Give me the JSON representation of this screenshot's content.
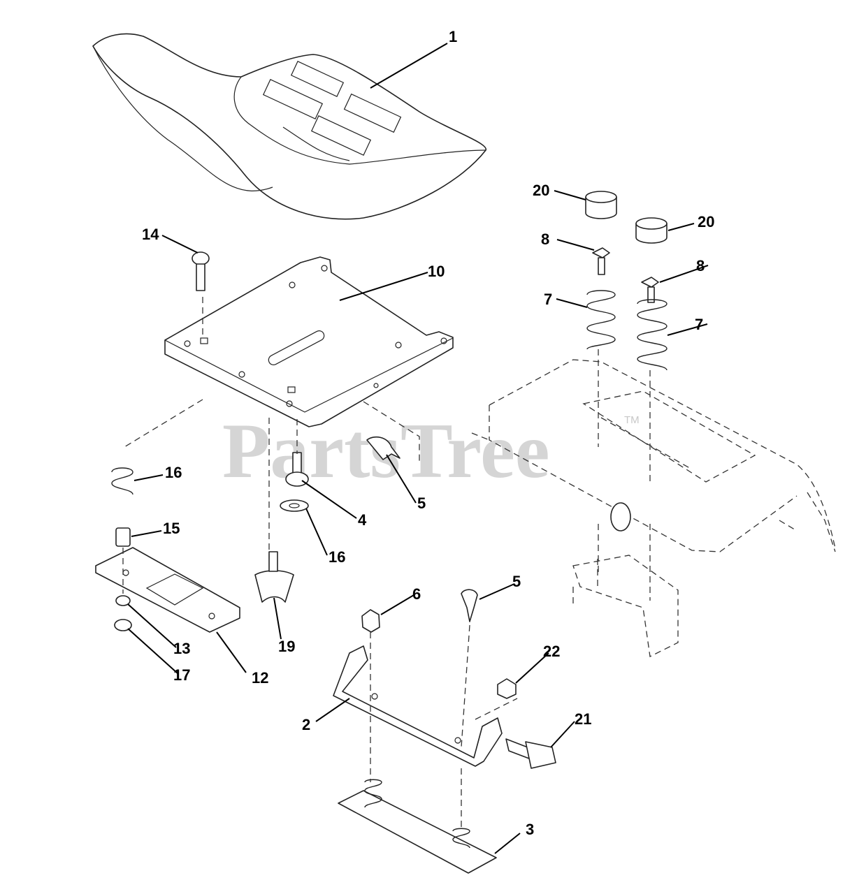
{
  "watermark": {
    "text": "PartsTree",
    "trademark": "TM"
  },
  "callouts": [
    "1",
    "2",
    "3",
    "4",
    "5",
    "5",
    "6",
    "7",
    "7",
    "8",
    "8",
    "10",
    "12",
    "13",
    "14",
    "15",
    "16",
    "16",
    "17",
    "19",
    "20",
    "20",
    "21",
    "22"
  ]
}
